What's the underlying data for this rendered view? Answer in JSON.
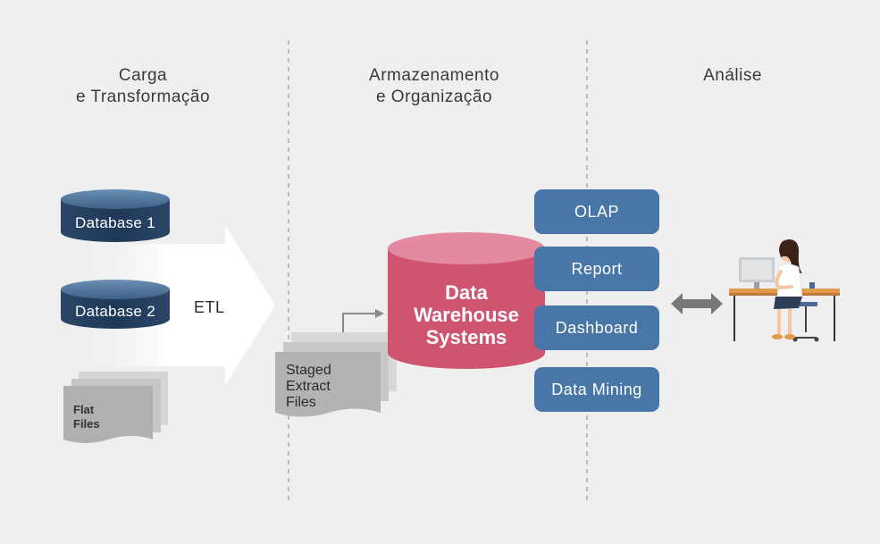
{
  "sections": {
    "load": "Carga\ne Transformação",
    "storage": "Armazenamento\ne Organização",
    "analysis": "Análise"
  },
  "sources": {
    "database1": "Database 1",
    "database2": "Database 2",
    "flat_files": "Flat\nFiles"
  },
  "etl_label": "ETL",
  "staged_files": "Staged\nExtract\nFiles",
  "warehouse": "Data\nWarehouse\nSystems",
  "tools": [
    "OLAP",
    "Report",
    "Dashboard",
    "Data Mining"
  ],
  "colors": {
    "database": "#243e5c",
    "warehouse": "#cf5470",
    "tools": "#4776a7",
    "background": "#efefef"
  },
  "icons": [
    "double-arrow-icon",
    "analyst-at-desk-icon"
  ]
}
